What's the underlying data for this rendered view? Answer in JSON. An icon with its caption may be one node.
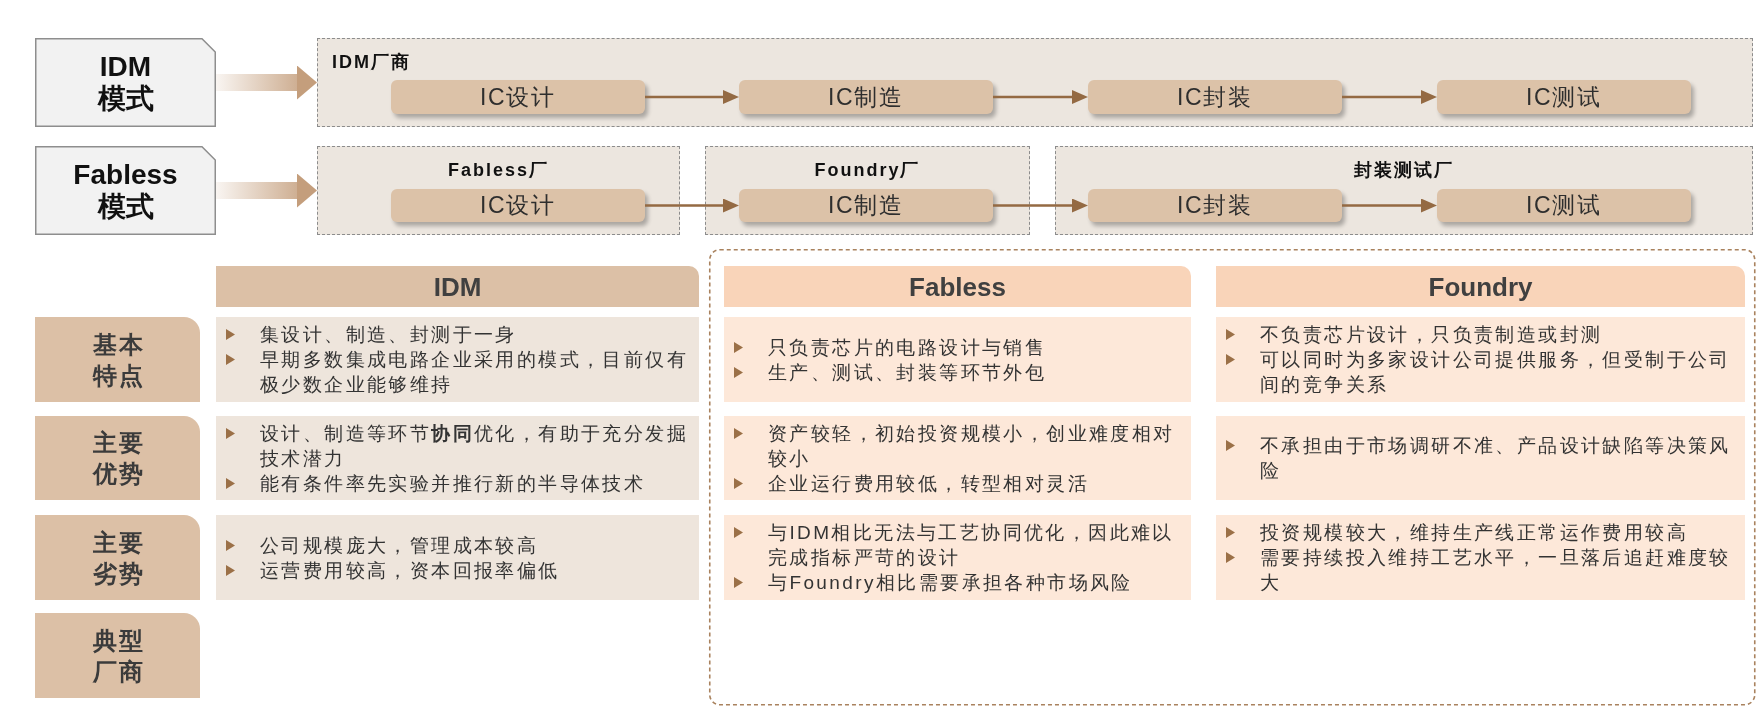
{
  "diagram": {
    "nodes": [
      {
        "text": [
          "IDM 模式"
        ]
      },
      {
        "text": [
          "IDM厂商"
        ]
      },
      {
        "text": [
          "IC设计"
        ],
        "in": 1
      },
      {
        "text": [
          "IC制造"
        ],
        "in": 1
      },
      {
        "text": [
          "IC封装"
        ],
        "in": 1
      },
      {
        "text": [
          "IC测试"
        ],
        "in": 1
      },
      {
        "text": [
          "Fabless 模式"
        ]
      },
      {
        "text": [
          "Fabless厂"
        ]
      },
      {
        "text": [
          "IC设计"
        ],
        "in": 7
      },
      {
        "text": [
          "Foundry厂"
        ]
      },
      {
        "text": [
          "IC制造"
        ],
        "in": 9
      },
      {
        "text": [
          "封装测试厂"
        ]
      },
      {
        "text": [
          "IC封装"
        ],
        "in": 11
      },
      {
        "text": [
          "IC测试"
        ],
        "in": 11
      },
      {
        "text": [
          "IDM"
        ]
      },
      {
        "text": [
          "Fabless"
        ]
      },
      {
        "text": [
          "Foundry"
        ]
      },
      {
        "text": [
          "基本特点"
        ]
      },
      {
        "text": [
          "集设计、制造、封测于一身",
          "早期多数集成电路企业采用的模式，目前仅有极少数企业能够维持"
        ]
      },
      {
        "text": [
          "只负责芯片的电路设计与销售",
          "生产、测试、封装等环节外包"
        ]
      },
      {
        "text": [
          "不负责芯片设计，只负责制造或封测",
          "可以同时为多家设计公司提供服务，但受制于公司间的竞争关系"
        ]
      },
      {
        "text": [
          "主要优势"
        ]
      },
      {
        "text": [
          "设计、制造等环节**协同**优化，有助于充分发掘技术潜力",
          "能有条件率先实验并推行新的半导体技术"
        ]
      },
      {
        "text": [
          "资产较轻，初始投资规模小，创业难度相对较小",
          "企业运行费用较低，转型相对灵活"
        ]
      },
      {
        "text": [
          "不承担由于市场调研不准、产品设计缺陷等决策风险"
        ]
      },
      {
        "text": [
          "主要劣势"
        ]
      },
      {
        "text": [
          "公司规模庞大，管理成本较高",
          "运营费用较高，资本回报率偏低"
        ]
      },
      {
        "text": [
          "与IDM相比无法与工艺协同优化，因此难以完成指标严苛的设计",
          "与Foundry相比需要承担各种市场风险"
        ]
      },
      {
        "text": [
          "投资规模较大，维持生产线正常运作费用较高",
          "需要持续投入维持工艺水平，一旦落后追赶难度较大"
        ]
      },
      {
        "text": [
          "典型厂商"
        ]
      }
    ],
    "edges": [
      {
        "from": 0,
        "to": 1,
        "arrow": "to",
        "style": "thick",
        "color": "#c49e7c"
      },
      {
        "from": 2,
        "to": 3,
        "arrow": "to"
      },
      {
        "from": 3,
        "to": 4,
        "arrow": "to"
      },
      {
        "from": 4,
        "to": 5,
        "arrow": "to"
      },
      {
        "from": 6,
        "to": 7,
        "arrow": "to",
        "style": "thick",
        "color": "#c49e7c"
      },
      {
        "from": 8,
        "to": 10,
        "arrow": "to"
      },
      {
        "from": 10,
        "to": 12,
        "arrow": "to"
      },
      {
        "from": 12,
        "to": 13,
        "arrow": "to"
      }
    ]
  }
}
